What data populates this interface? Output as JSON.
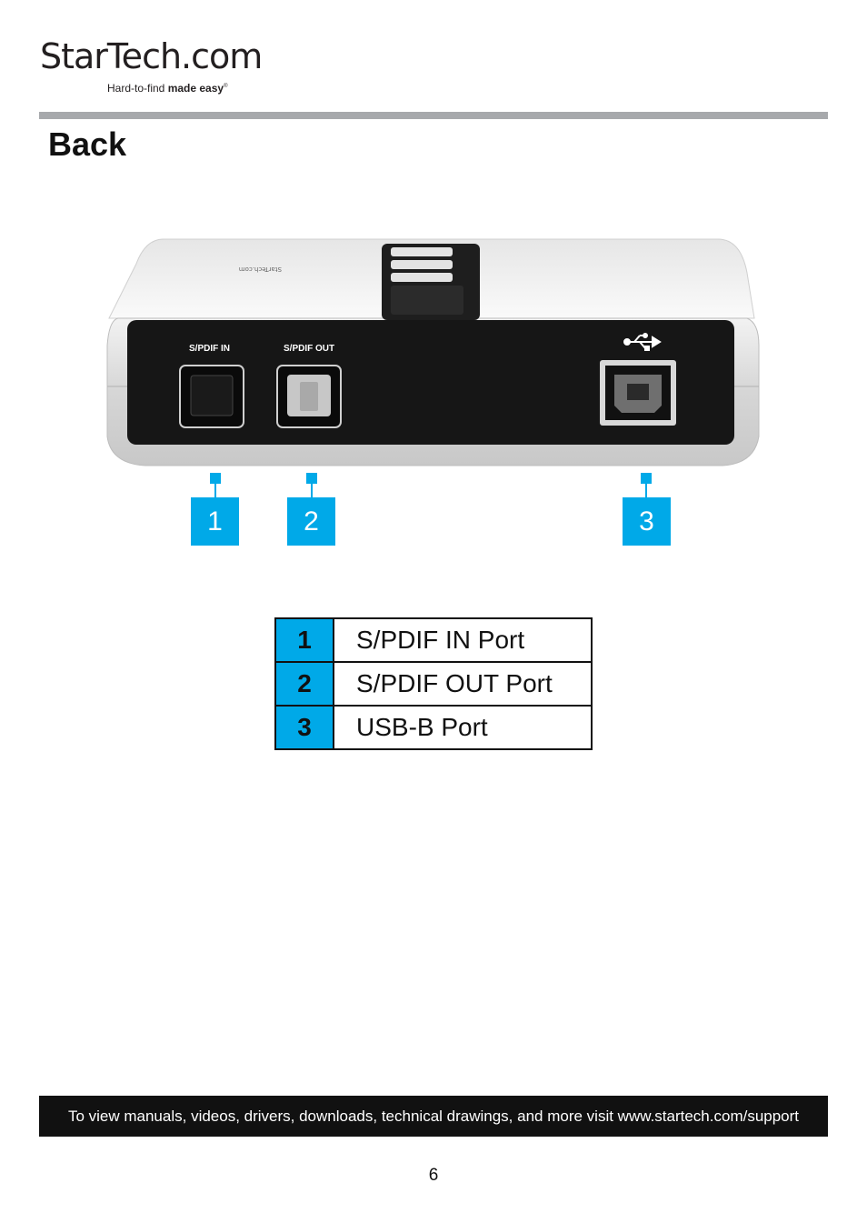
{
  "brand": {
    "name": "StarTech.com",
    "tagline_light": "Hard-to-find",
    "tagline_bold": "made easy",
    "mark": "®"
  },
  "page": {
    "title": "Back",
    "number": "6"
  },
  "device": {
    "label_spdif_in": "S/PDIF IN",
    "label_spdif_out": "S/PDIF OUT",
    "top_brand": "StarTech.com"
  },
  "callouts": [
    "1",
    "2",
    "3"
  ],
  "legend": [
    {
      "num": "1",
      "desc": "S/PDIF IN Port"
    },
    {
      "num": "2",
      "desc": "S/PDIF OUT Port"
    },
    {
      "num": "3",
      "desc": "USB-B Port"
    }
  ],
  "footer": {
    "text": "To view manuals, videos, drivers, downloads, technical drawings, and more visit www.startech.com/support"
  },
  "colors": {
    "accent": "#00a9e8",
    "bar": "#a7a9ac",
    "footer_bg": "#111111"
  }
}
